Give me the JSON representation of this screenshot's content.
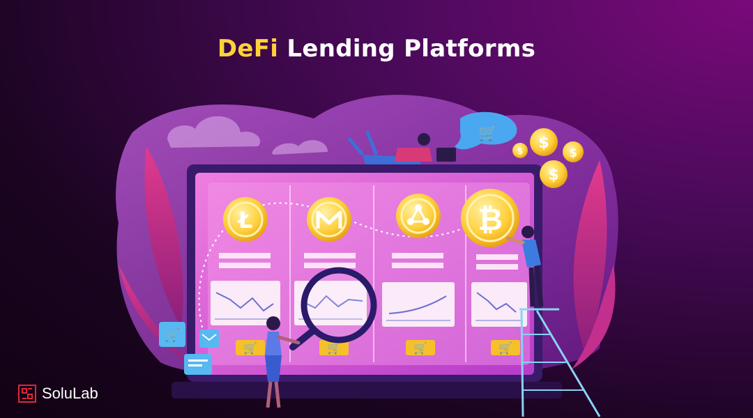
{
  "header": {
    "title_accent": "DeFi",
    "title_rest": " Lending Platforms"
  },
  "brand": {
    "name": "SoluLab",
    "logo_icon": "solulab-grid-logo"
  },
  "colors": {
    "accent_yellow": "#ffd23a",
    "bg_dark": "#1a0420",
    "magenta": "#c9237f",
    "screen_pink": "#e86bd6"
  },
  "coins": [
    "litecoin",
    "monero",
    "ripple",
    "bitcoin"
  ],
  "symbols": {
    "dollar": "$"
  }
}
